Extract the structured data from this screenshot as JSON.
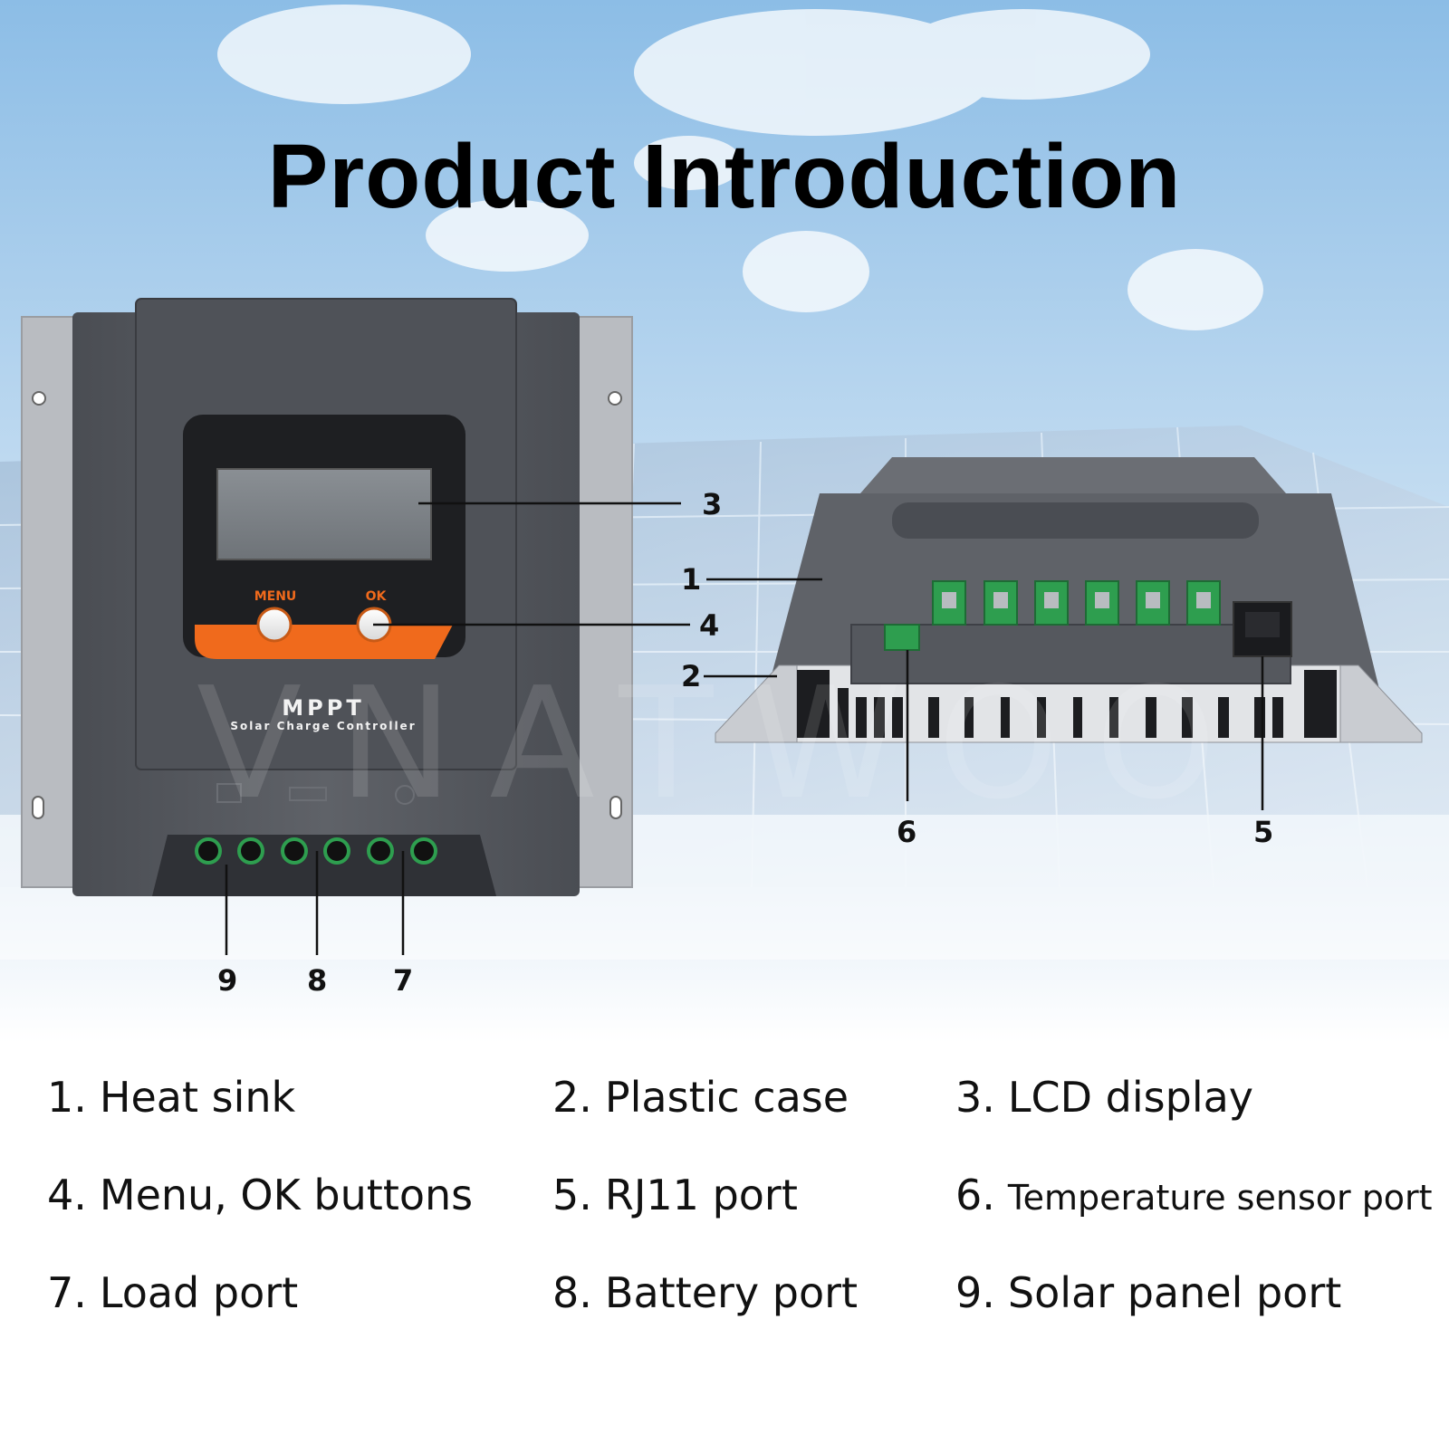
{
  "title": "Product Introduction",
  "device": {
    "brand_line": "MPPT",
    "subtitle": "Solar Charge Controller",
    "menu_label": "MENU",
    "ok_label": "OK",
    "watermark": "VNATWOO"
  },
  "callouts": [
    "1",
    "2",
    "3",
    "4",
    "5",
    "6",
    "7",
    "8",
    "9"
  ],
  "legend": [
    {
      "num": "1.",
      "text": "Heat sink"
    },
    {
      "num": "2.",
      "text": "Plastic case"
    },
    {
      "num": "3.",
      "text": "LCD display"
    },
    {
      "num": "4.",
      "text": "Menu, OK buttons"
    },
    {
      "num": "5.",
      "text": "RJ11 port"
    },
    {
      "num": "6.",
      "text": "Temperature sensor port"
    },
    {
      "num": "7.",
      "text": "Load port"
    },
    {
      "num": "8.",
      "text": "Battery port"
    },
    {
      "num": "9.",
      "text": "Solar panel port"
    }
  ],
  "colors": {
    "sky_top": "#8fc0e8",
    "case": "#55585e",
    "panel": "#3e4248",
    "accent_orange": "#f06a1c",
    "terminal_green": "#2e9e4f",
    "heatsink": "#c9ccd1"
  }
}
